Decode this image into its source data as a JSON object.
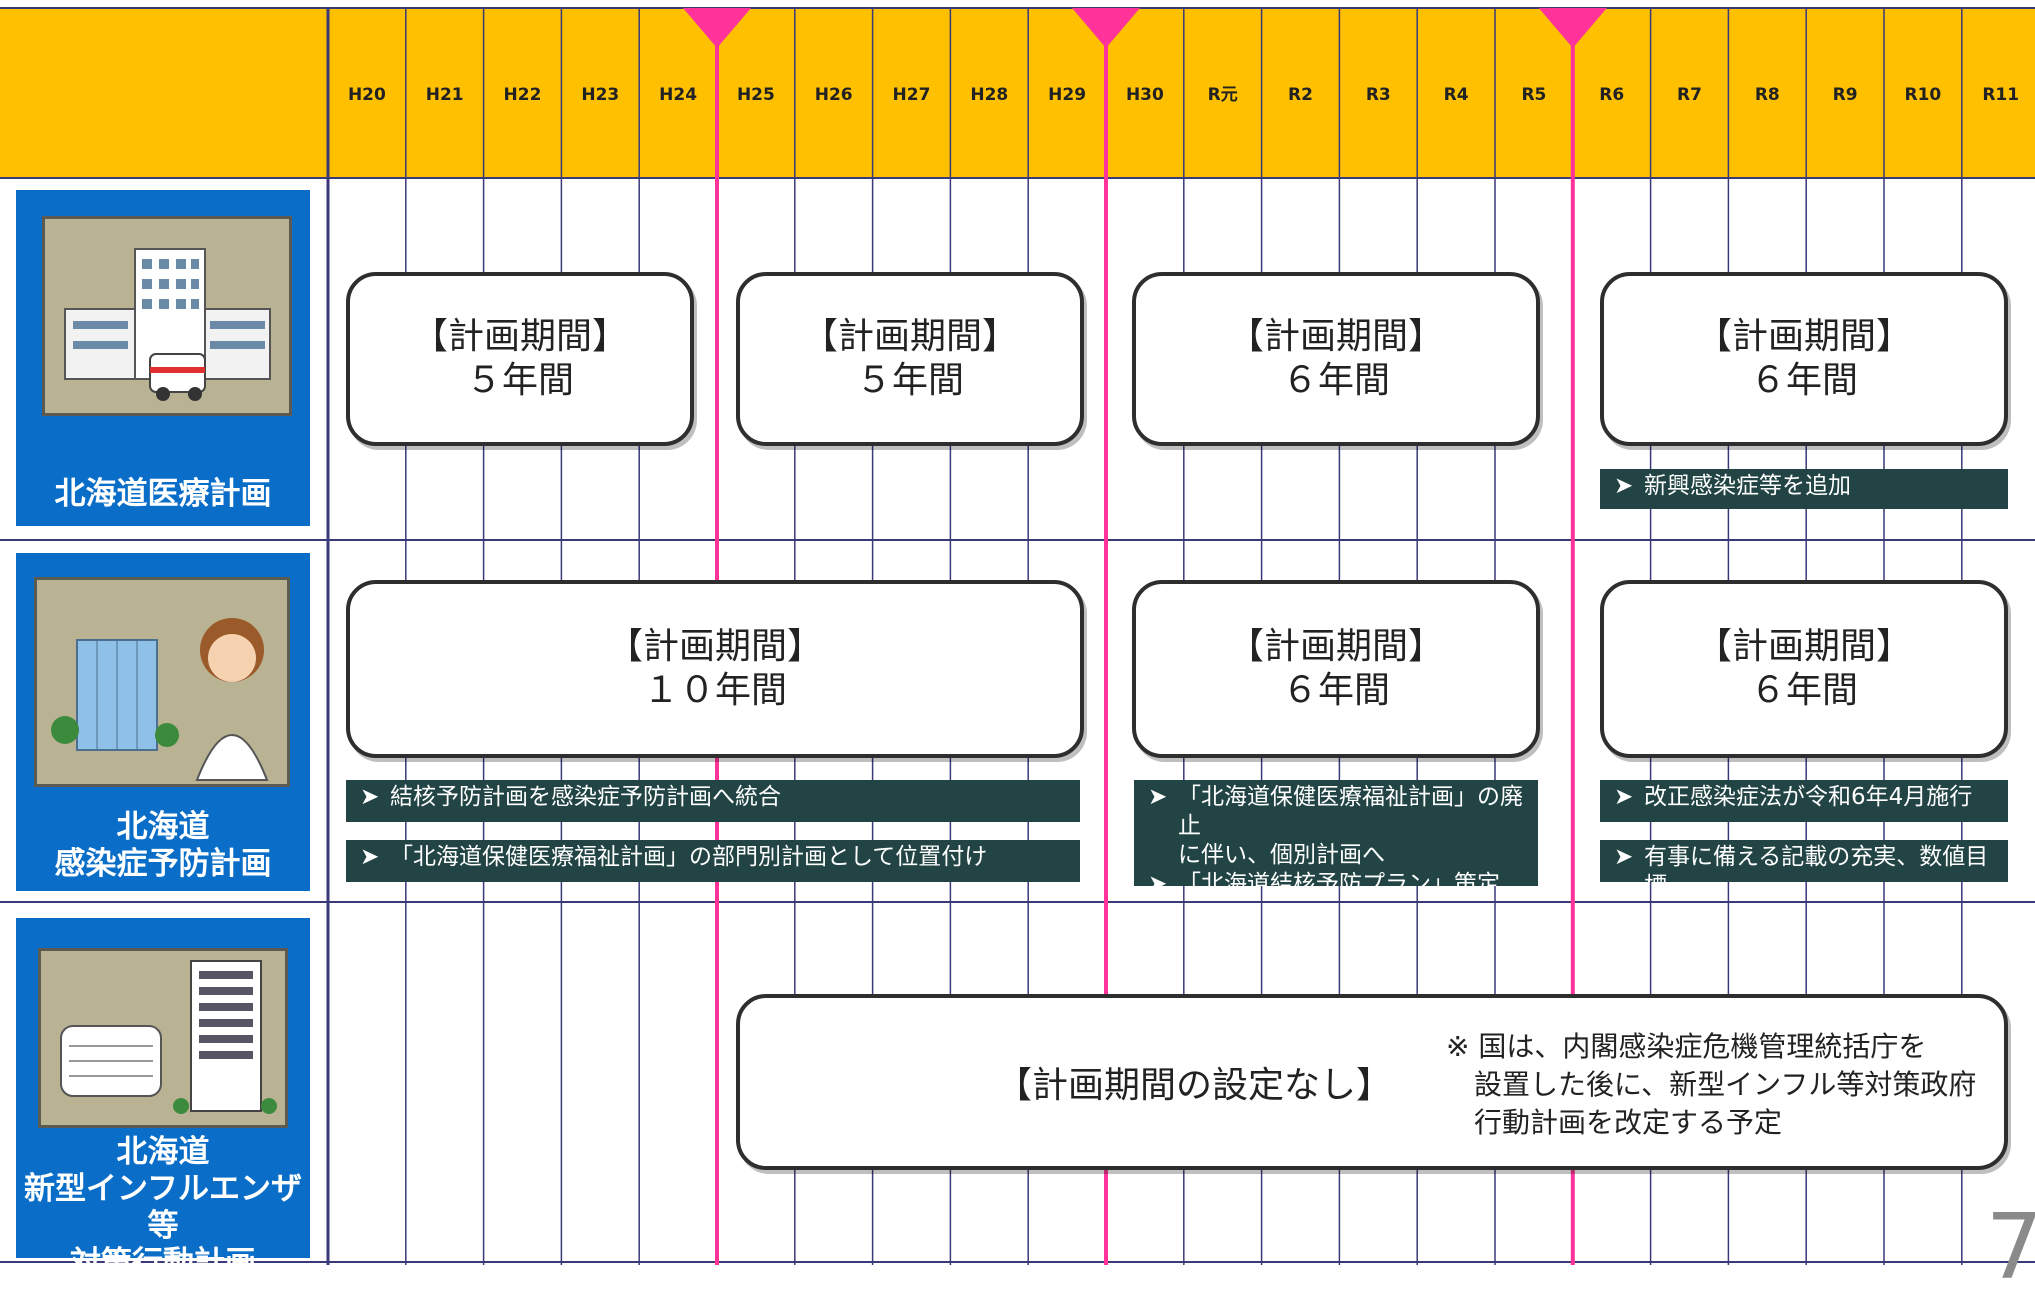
{
  "timeline": {
    "years": [
      "H20",
      "H21",
      "H22",
      "H23",
      "H24",
      "H25",
      "H26",
      "H27",
      "H28",
      "H29",
      "H30",
      "R元",
      "R2",
      "R3",
      "R4",
      "R5",
      "R6",
      "R7",
      "R8",
      "R9",
      "R10",
      "R11"
    ],
    "header_color": "#ffc000",
    "marker_color": "#ff3399",
    "grid_color": "#3a3a7a"
  },
  "rows": [
    {
      "label": "北海道医療計画",
      "picture": "hospital-with-ambulance",
      "periods": [
        {
          "line1": "【計画期間】",
          "line2": "５年間"
        },
        {
          "line1": "【計画期間】",
          "line2": "５年間"
        },
        {
          "line1": "【計画期間】",
          "line2": "６年間"
        },
        {
          "line1": "【計画期間】",
          "line2": "６年間"
        }
      ],
      "notes": [
        {
          "text": "新興感染症等を追加"
        }
      ]
    },
    {
      "label": "北海道\n感染症予防計画",
      "picture": "office-building-with-nurse",
      "periods": [
        {
          "line1": "【計画期間】",
          "line2": "１０年間"
        },
        {
          "line1": "【計画期間】",
          "line2": "６年間"
        },
        {
          "line1": "【計画期間】",
          "line2": "６年間"
        }
      ],
      "notes": [
        {
          "text": "結核予防計画を感染症予防計画へ統合"
        },
        {
          "text": "「北海道保健医療福祉計画」の部門別計画として位置付け"
        },
        {
          "text": "「北海道保健医療福祉計画」の廃止\nに伴い、個別計画へ"
        },
        {
          "text": "「北海道結核予防プラン」策定"
        },
        {
          "text": "改正感染症法が令和6年4月施行"
        },
        {
          "text": "有事に備える記載の充実、数値目標"
        }
      ]
    },
    {
      "label": "北海道\n新型インフルエンザ等\n対策行動計画",
      "picture": "mask-and-building",
      "periods": [
        {
          "line1": "【計画期間の設定なし】"
        }
      ],
      "remark": "※ 国は、内閣感染症危機管理統括庁を\n　設置した後に、新型インフル等対策政府\n　行動計画を改定する予定"
    }
  ],
  "page_number": "7"
}
